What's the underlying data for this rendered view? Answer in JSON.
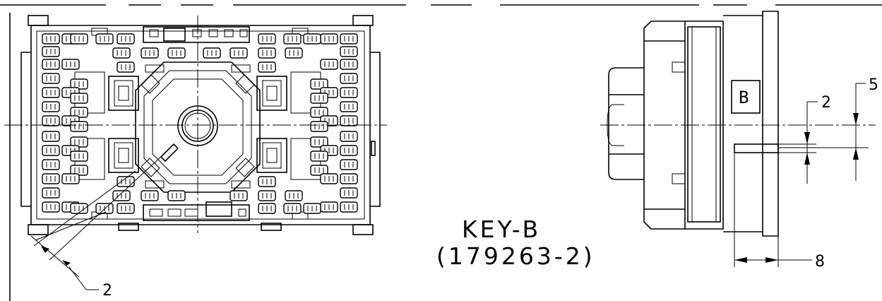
{
  "caption": {
    "key_label": "KEY-B",
    "part_number": "(179263-2)"
  },
  "dimensions": {
    "front_diagonal": "2",
    "side_top": "5",
    "side_middle": "2",
    "side_bottom": "8"
  },
  "side_view": {
    "key_letter": "B"
  }
}
